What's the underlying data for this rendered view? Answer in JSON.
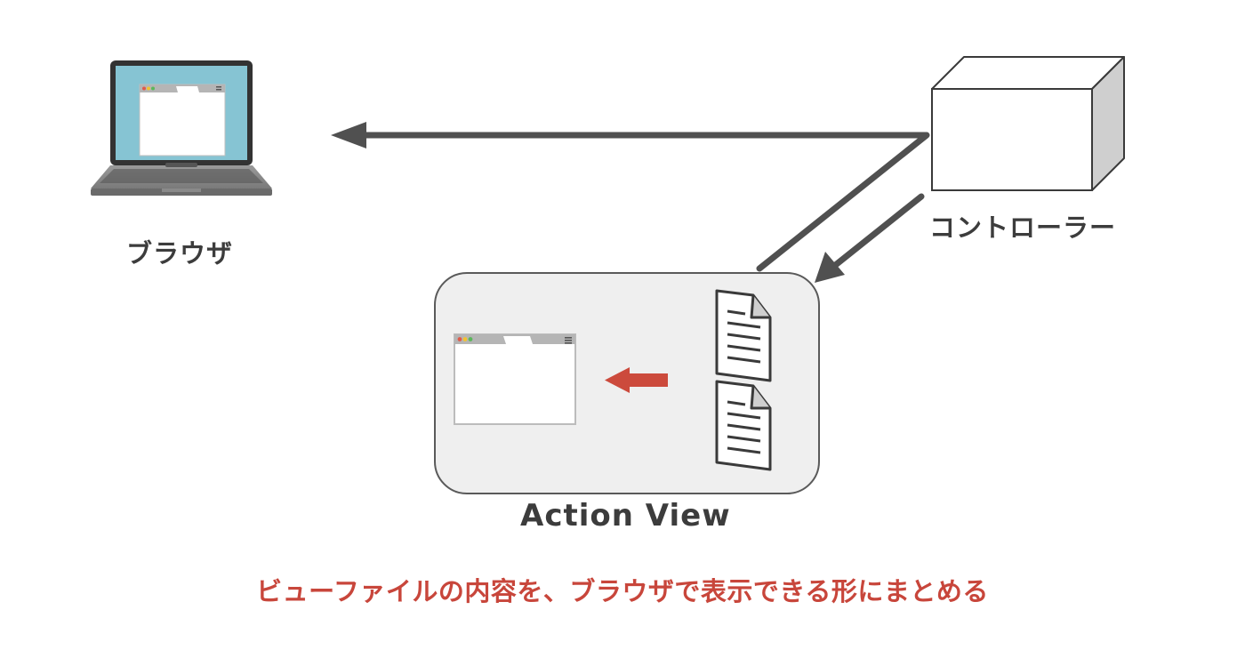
{
  "nodes": {
    "browser": {
      "label": "ブラウザ"
    },
    "controller": {
      "label": "コントローラー"
    },
    "action_view": {
      "label": "Action View"
    }
  },
  "caption": "ビューファイルの内容を、ブラウザで表示できる形にまとめる",
  "colors": {
    "arrow": "#505050",
    "accent_arrow": "#cc4a3c",
    "caption": "#c8463b",
    "label": "#3c3c3c",
    "panel_fill": "#efefef",
    "panel_stroke": "#5a5a5a",
    "laptop_screen": "#86c4d3"
  },
  "icons": [
    "laptop-icon",
    "box-icon",
    "browser-window-icon",
    "document-icon"
  ]
}
